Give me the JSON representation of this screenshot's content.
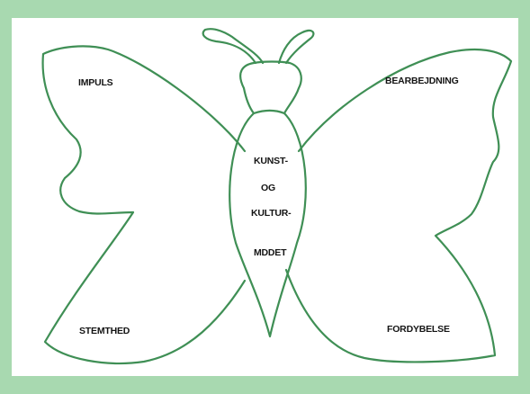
{
  "labels": {
    "top_left": "IMPULS",
    "top_right": "BEARBEJDNING",
    "bottom_left": "STEMTHED",
    "bottom_right": "FORDYBELSE",
    "body_line1": "KUNST-",
    "body_line2": "OG",
    "body_line3": "KULTUR-",
    "body_line4": "MDDET"
  },
  "colors": {
    "frame": "#a8d9b0",
    "outline": "#3f8f55",
    "text": "#141414"
  }
}
